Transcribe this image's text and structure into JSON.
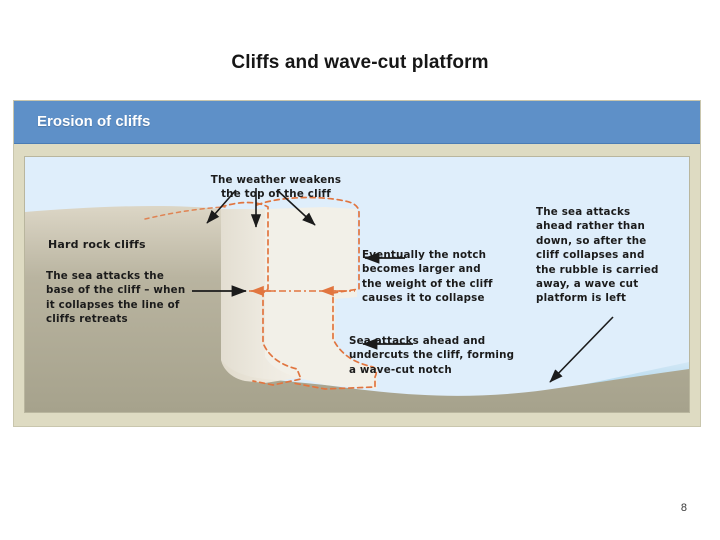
{
  "slide": {
    "title": "Cliffs and wave-cut platform",
    "page_number": "8"
  },
  "diagram": {
    "header_title": "Erosion of cliffs",
    "colors": {
      "header_blue": "#5e90c8",
      "frame_beige": "#dedbc2",
      "sky_blue": "#dfeefb",
      "land_tan": "#aba893",
      "cliff_face": "#ece7dc",
      "dashed_orange": "#e1753f",
      "sea_blue": "#bcdcef",
      "arrow_black": "#1b1b1b"
    },
    "annotations": [
      {
        "name": "weather-weakens",
        "text": "The weather weakens\nthe top of the cliff",
        "bold": false
      },
      {
        "name": "hard-rock-cliffs",
        "text": "Hard rock cliffs",
        "bold": true
      },
      {
        "name": "sea-attacks-base",
        "text": "The sea attacks the\nbase of the cliff – when\nit collapses the line of\ncliffs retreats",
        "bold": false
      },
      {
        "name": "notch-becomes-larger",
        "text": "Eventually the notch\nbecomes larger and\nthe weight of the cliff\ncauses it to collapse",
        "bold": false
      },
      {
        "name": "undercuts-cliff",
        "text": "Sea attacks ahead and\nundercuts the cliff, forming\na wave-cut notch",
        "bold": false
      },
      {
        "name": "wave-cut-platform",
        "text": "The sea attacks\nahead rather than\ndown, so after the\ncliff collapses and\nthe rubble is carried\naway, a wave cut\nplatform is left",
        "bold": false
      }
    ]
  }
}
